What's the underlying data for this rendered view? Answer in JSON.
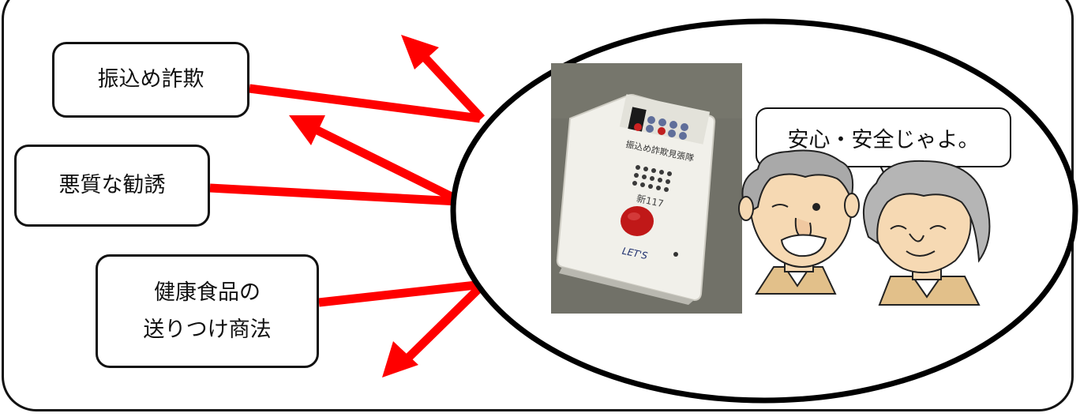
{
  "labels": {
    "fraud": "振込め詐欺",
    "solicitation": "悪質な勧誘",
    "health_food_line1": "健康食品の",
    "health_food_line2": "送りつけ商法"
  },
  "speech_bubble": "安心・安全じゃよ。",
  "device": {
    "label_text": "振込め詐欺見張隊",
    "model": "新117",
    "brand": "LET'S"
  },
  "colors": {
    "arrow": "#ff0000",
    "outline": "#111111",
    "device_body": "#f1f0ea",
    "device_button": "#c01818",
    "photo_background": "#717168",
    "skin": "#f6d9b3",
    "hair": "#9a9a9a"
  }
}
